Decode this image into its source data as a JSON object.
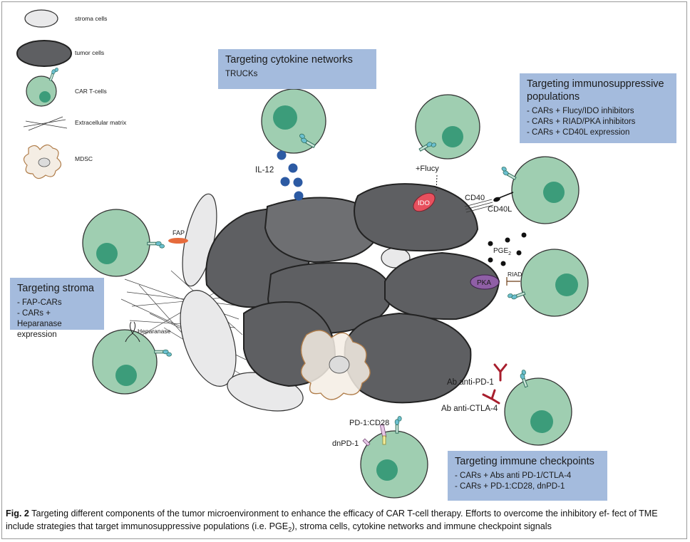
{
  "legend": [
    {
      "icon": "stroma-cell-icon",
      "label": "stroma cells"
    },
    {
      "icon": "tumor-cell-icon",
      "label": "tumor cells"
    },
    {
      "icon": "car-t-cell-icon",
      "label": "CAR T-cells"
    },
    {
      "icon": "extracellular-matrix-icon",
      "label": "Extracellular matrix"
    },
    {
      "icon": "mdsc-icon",
      "label": "MDSC"
    }
  ],
  "boxes": {
    "cytokine": {
      "title": "Targeting cytokine networks",
      "items": [
        "TRUCKs"
      ]
    },
    "immunosuppressive": {
      "title": "Targeting immunosuppressive populations",
      "items": [
        "- CARs + Flucy/IDO inhibitors",
        "- CARs + RIAD/PKA inhibitors",
        "- CARs + CD40L expression"
      ]
    },
    "stroma": {
      "title": "Targeting stroma",
      "items": [
        "- FAP-CARs",
        "- CARs + Heparanase expression"
      ]
    },
    "checkpoints": {
      "title": "Targeting immune checkpoints",
      "items": [
        "- CARs + Abs anti PD-1/CTLA-4",
        "- CARs + PD-1:CD28, dnPD-1"
      ]
    }
  },
  "labels": {
    "il12": "IL-12",
    "flucy": "+Flucy",
    "ido": "IDO",
    "cd40": "CD40",
    "cd40l": "CD40L",
    "pge2": "PGE",
    "pge2_sub": "2",
    "pka": "PKA",
    "riad": "RIAD",
    "fap": "FAP",
    "heparanase": "Heparanase",
    "anti_pd1": "Ab anti-PD-1",
    "anti_ctla4": "Ab anti-CTLA-4",
    "pd1cd28": "PD-1:CD28",
    "dnpd1": "dnPD-1"
  },
  "colors": {
    "tcell_fill": "#9fceb1",
    "tcell_nucleus": "#3c9c7a",
    "tumor_fill": "#5e5f62",
    "stroma_fill": "#e9e9ea",
    "box_fill": "#a4bbdd",
    "ido": "#e8505e",
    "pka": "#8f5fa6",
    "cytokine_dot": "#2c5aa3",
    "fap": "#e66b3c",
    "antibody": "#a81e2d"
  },
  "caption": {
    "label": "Fig. 2",
    "text": "Targeting different components of the tumor microenvironment to enhance the efficacy of CAR T-cell therapy. Efforts to overcome the inhibitory ef- fect of TME include strategies that target immunosuppressive populations (i.e. PGE",
    "sub": "2",
    "text2": "), stroma cells, cytokine networks and immune checkpoint signals"
  }
}
